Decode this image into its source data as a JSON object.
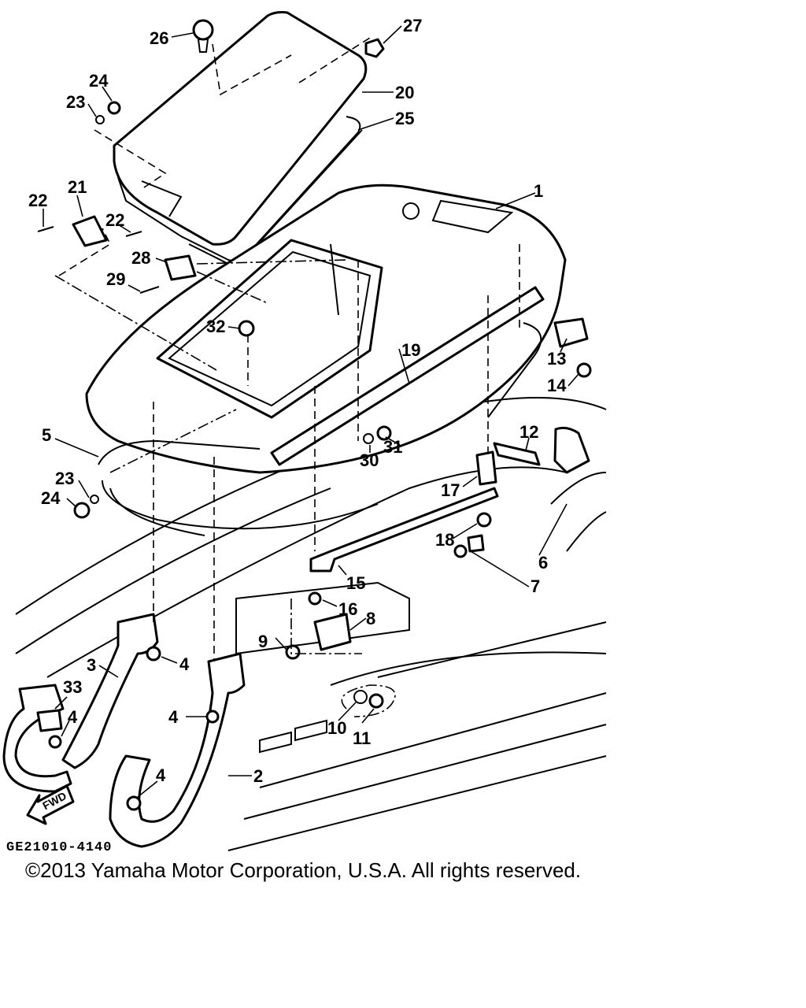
{
  "diagram": {
    "drawing_code": "GE21010-4140",
    "direction_label": "FWD",
    "callouts": [
      "1",
      "2",
      "3",
      "4",
      "5",
      "6",
      "7",
      "8",
      "9",
      "10",
      "11",
      "12",
      "13",
      "14",
      "15",
      "16",
      "17",
      "18",
      "19",
      "20",
      "21",
      "22",
      "23",
      "24",
      "25",
      "26",
      "27",
      "28",
      "29",
      "30",
      "31",
      "32",
      "33"
    ]
  },
  "footer": {
    "copyright": "©2013 Yamaha Motor Corporation, U.S.A. All rights reserved."
  }
}
